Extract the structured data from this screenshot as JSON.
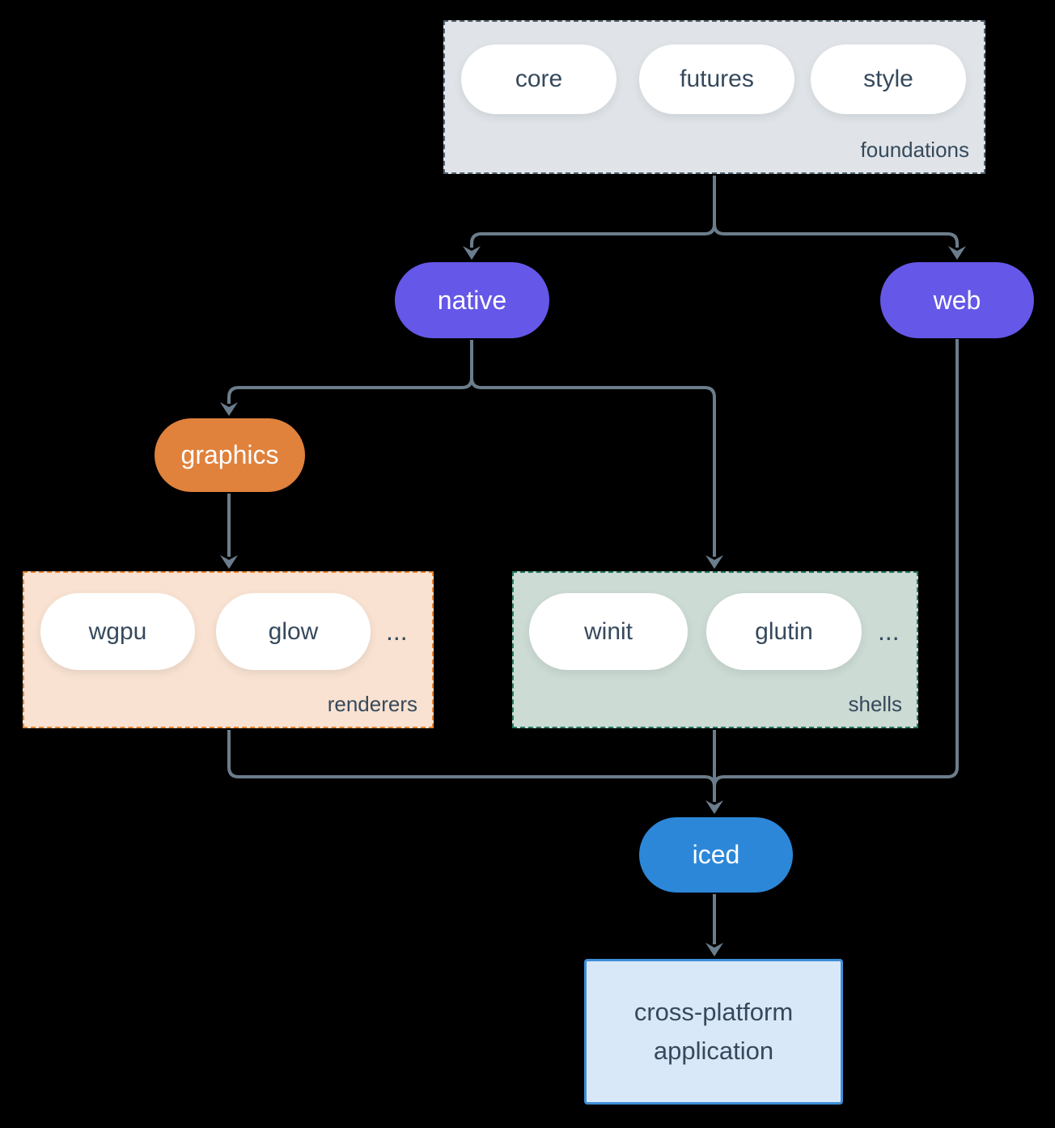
{
  "colors": {
    "background": "#000000",
    "connector": "#6b7d8c",
    "node_purple": "#6557e8",
    "node_orange": "#e0813c",
    "node_blue": "#2d87d8",
    "pill_white": "#ffffff",
    "text_dark": "#36495c",
    "foundations_bg": "#e0e4e8",
    "foundations_border": "#53626f",
    "renderers_bg": "#f9e2d1",
    "renderers_border": "#e5832f",
    "shells_bg": "#ccdbd3",
    "shells_border": "#277a65",
    "application_bg": "#d8e8f8",
    "application_border": "#3e8ed8"
  },
  "groups": {
    "foundations": {
      "label": "foundations",
      "pills": [
        {
          "label": "core"
        },
        {
          "label": "futures"
        },
        {
          "label": "style"
        }
      ]
    },
    "renderers": {
      "label": "renderers",
      "pills": [
        {
          "label": "wgpu"
        },
        {
          "label": "glow"
        }
      ],
      "ellipsis": "..."
    },
    "shells": {
      "label": "shells",
      "pills": [
        {
          "label": "winit"
        },
        {
          "label": "glutin"
        }
      ],
      "ellipsis": "..."
    }
  },
  "nodes": {
    "native": {
      "label": "native"
    },
    "web": {
      "label": "web"
    },
    "graphics": {
      "label": "graphics"
    },
    "iced": {
      "label": "iced"
    },
    "application": {
      "line1": "cross-platform",
      "line2": "application"
    }
  }
}
